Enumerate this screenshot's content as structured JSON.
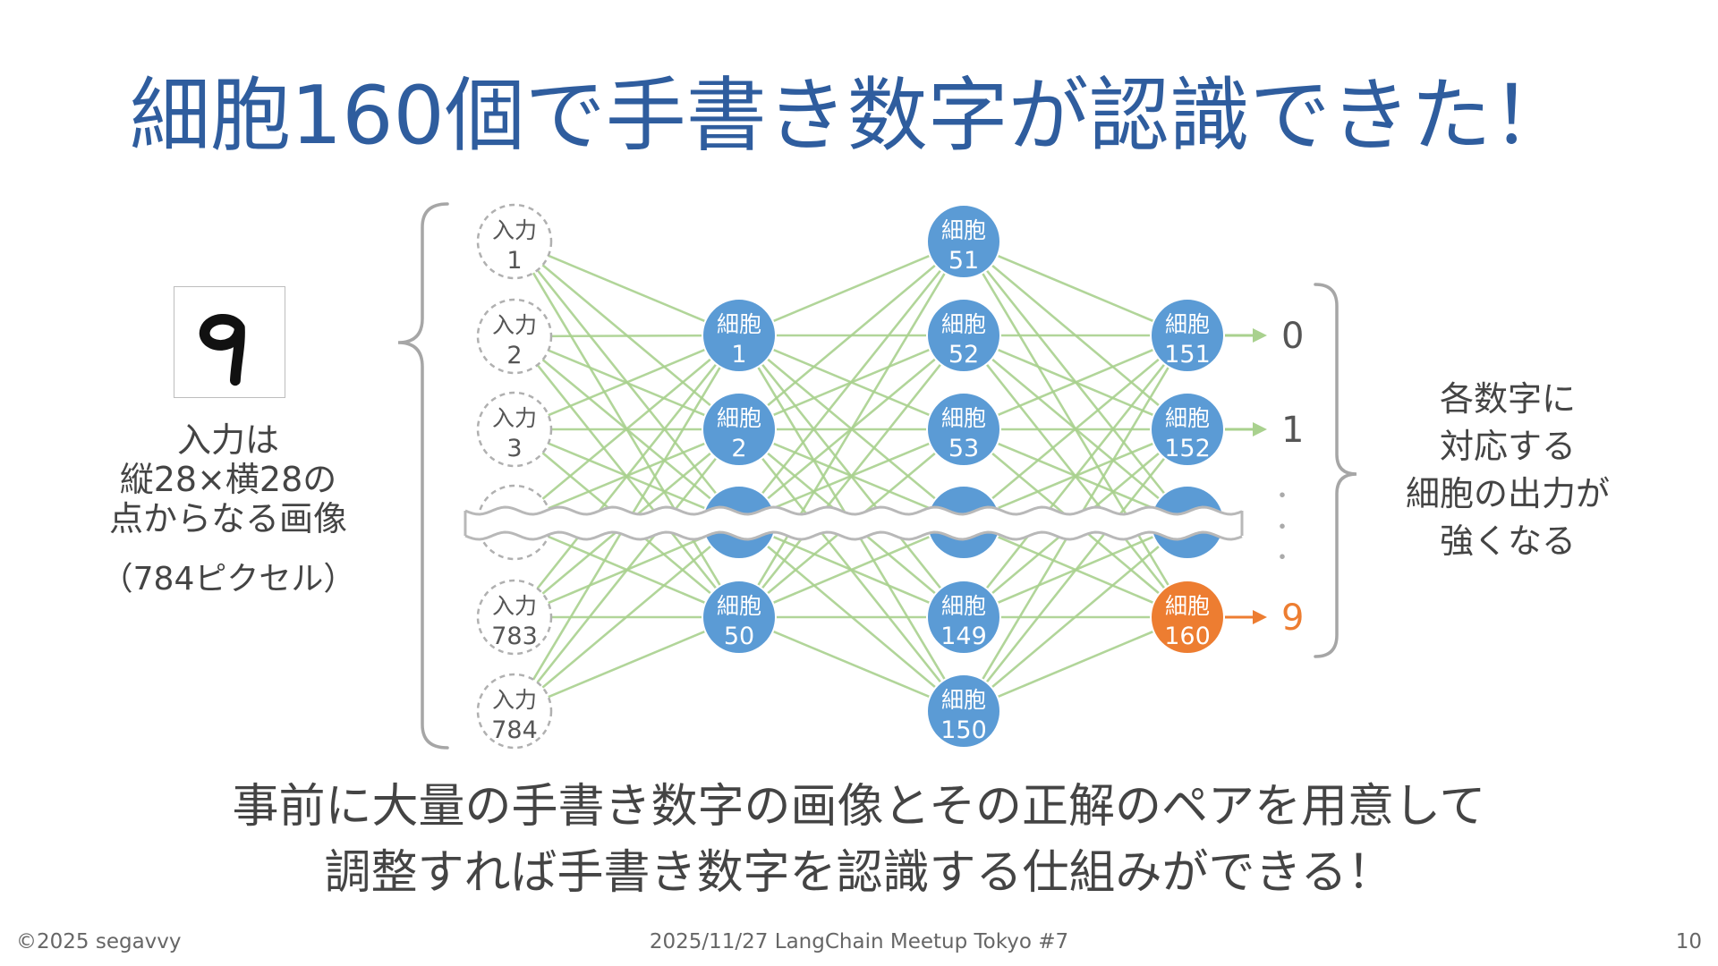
{
  "slide": {
    "title": "細胞160個で手書き数字が認識できた！",
    "input_description": [
      "入力は",
      "縦28×横28の",
      "点からなる画像"
    ],
    "pixel_note": "（784ピクセル）",
    "output_description": [
      "各数字に",
      "対応する",
      "細胞の出力が",
      "強くなる"
    ],
    "bottom_message": [
      "事前に大量の手書き数字の画像とその正解のペアを用意して",
      "調整すれば手書き数字を認識する仕組みができる！"
    ],
    "footer": {
      "copyright": "©2025 segavvy",
      "event": "2025/11/27 LangChain Meetup Tokyo #7",
      "page_number": "10"
    },
    "sample_digit": "9"
  },
  "network": {
    "input_nodes": [
      {
        "label": "入力",
        "number": "1"
      },
      {
        "label": "入力",
        "number": "2"
      },
      {
        "label": "入力",
        "number": "3"
      },
      {
        "label": "",
        "number": ""
      },
      {
        "label": "入力",
        "number": "783"
      },
      {
        "label": "入力",
        "number": "784"
      }
    ],
    "layer1_nodes": [
      {
        "label": "細胞",
        "number": "1"
      },
      {
        "label": "細胞",
        "number": "2"
      },
      {
        "label": "",
        "number": ""
      },
      {
        "label": "細胞",
        "number": "50"
      }
    ],
    "layer2_nodes": [
      {
        "label": "細胞",
        "number": "51"
      },
      {
        "label": "細胞",
        "number": "52"
      },
      {
        "label": "細胞",
        "number": "53"
      },
      {
        "label": "",
        "number": ""
      },
      {
        "label": "細胞",
        "number": "149"
      },
      {
        "label": "細胞",
        "number": "150"
      }
    ],
    "output_nodes": [
      {
        "label": "細胞",
        "number": "151",
        "digit": "0",
        "highlight": false
      },
      {
        "label": "細胞",
        "number": "152",
        "digit": "1",
        "highlight": false
      },
      {
        "label": "",
        "number": "",
        "digit": "",
        "highlight": false
      },
      {
        "label": "細胞",
        "number": "160",
        "digit": "9",
        "highlight": true
      }
    ],
    "ellipsis": "・",
    "colors": {
      "node_fill": "#5b9bd5",
      "highlight_fill": "#ed7d31",
      "edge": "#a9d18e",
      "input_border": "#b0b0b0",
      "input_text": "#555555",
      "bracket": "#a6a6a6",
      "output_text": "#555555"
    }
  }
}
